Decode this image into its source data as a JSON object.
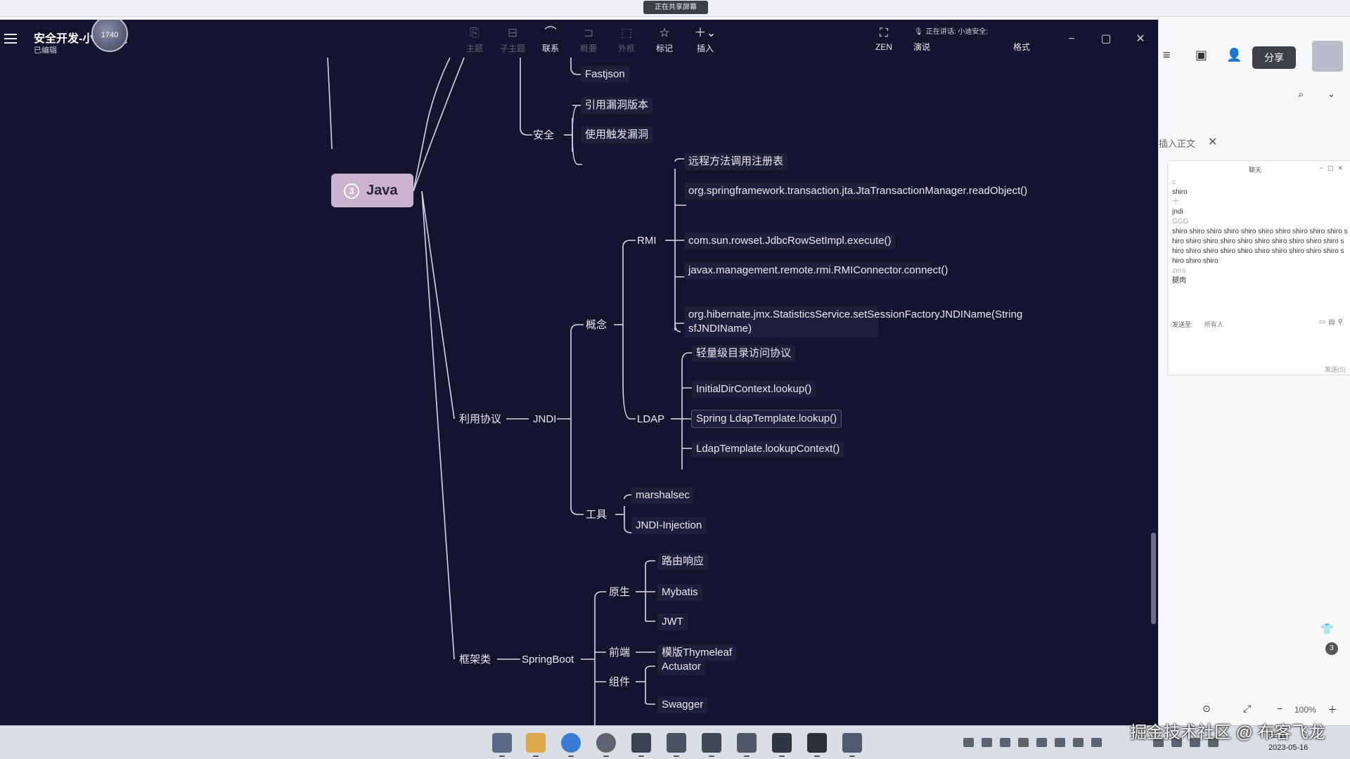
{
  "recording_badge": "正在共享屏幕",
  "app": {
    "title": "安全开发-小迪安全",
    "avatar_text": "1740",
    "status": "已编辑"
  },
  "toolbar": {
    "buttons": [
      {
        "icon": "topic-icon",
        "label": "主题",
        "enabled": false
      },
      {
        "icon": "subtopic-icon",
        "label": "子主题",
        "enabled": false
      },
      {
        "icon": "relation-icon",
        "label": "联系",
        "enabled": true
      },
      {
        "icon": "summary-icon",
        "label": "概要",
        "enabled": false
      },
      {
        "icon": "boundary-icon",
        "label": "外框",
        "enabled": false
      },
      {
        "icon": "star-icon",
        "label": "标记",
        "enabled": true
      },
      {
        "icon": "plus-icon",
        "label": "插入",
        "enabled": true
      },
      {
        "icon": "zen-icon",
        "label": "ZEN",
        "enabled": true
      },
      {
        "icon": "present-icon",
        "label": "演说",
        "enabled": true
      },
      {
        "icon": "format-icon",
        "label": "格式",
        "enabled": true
      }
    ],
    "speaker": "正在讲话: 小迪安全;"
  },
  "mindmap": {
    "root": {
      "number": "3",
      "label": "Java"
    },
    "nodes": {
      "fastjson": "Fastjson",
      "anquan": "安全",
      "yinyong": "引用漏洞版本",
      "shiyong": "使用触发漏洞",
      "liyong": "利用协议",
      "jndi": "JNDI",
      "gainian": "概念",
      "rmi": "RMI",
      "rmi_1": "远程方法调用注册表",
      "rmi_2": "org.springframework.transaction.jta.JtaTransactionManager.readObject()",
      "rmi_3": "com.sun.rowset.JdbcRowSetImpl.execute()",
      "rmi_4": "javax.management.remote.rmi.RMIConnector.connect()",
      "rmi_5": "org.hibernate.jmx.StatisticsService.setSessionFactoryJNDIName(String sfJNDIName)",
      "ldap": "LDAP",
      "ldap_1": "轻量级目录访问协议",
      "ldap_2": "InitialDirContext.lookup()",
      "ldap_3": "Spring LdapTemplate.lookup()",
      "ldap_4": "LdapTemplate.lookupContext()",
      "gongju": "工具",
      "tool_1": "marshalsec",
      "tool_2": "JNDI-Injection",
      "kuangjia": "框架类",
      "springboot": "SpringBoot",
      "yuansheng": "原生",
      "ys_1": "路由响应",
      "ys_2": "Mybatis",
      "ys_3": "JWT",
      "qianduan": "前端",
      "qd_1": "模版Thymeleaf",
      "zujian": "组件",
      "zj_1": "Actuator",
      "zj_2": "Swagger"
    }
  },
  "side_panel": {
    "share": "分享",
    "insert_text": "插入正文",
    "chat": {
      "title": "聊天",
      "lines": [
        {
          "text": "c",
          "faint": true
        },
        {
          "text": "shiro",
          "faint": false
        },
        {
          "text": "十",
          "faint": true
        },
        {
          "text": "jndi",
          "faint": false
        },
        {
          "text": "GGG",
          "faint": true
        },
        {
          "text": "shiro shiro shiro shiro shiro shiro shiro shiro shiro shiro shiro shiro shiro shiro shiro shiro shiro shiro shiro shiro shiro shiro shiro shiro shiro shiro shiro shiro shiro shiro shiro shiro shiro",
          "faint": false
        },
        {
          "text": "zero",
          "faint": true
        },
        {
          "text": "腿肉",
          "faint": false
        }
      ],
      "send_to_label": "发送至:",
      "send_to_value": "所有人",
      "send_label": "发送(S)"
    },
    "badge": "3",
    "zoom": "100%"
  },
  "taskbar": {
    "time": "22:16",
    "date": "2023-05-16"
  },
  "watermark": "掘金技术社区 @ 布客飞龙"
}
